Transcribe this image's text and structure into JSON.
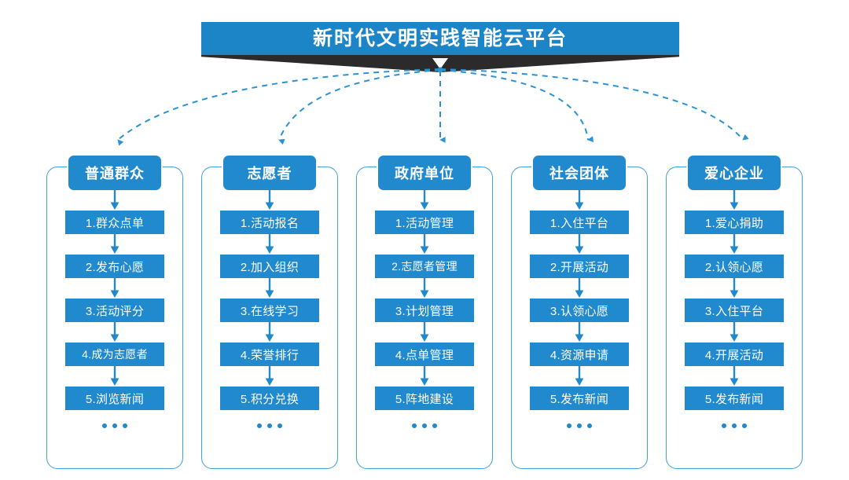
{
  "header": {
    "title": "新时代文明实践智能云平台"
  },
  "colors": {
    "banner_blue": "#1b85c7",
    "box_blue": "#2189cd",
    "card_border": "#3fa0da",
    "ribbon_dark": "#2b2b2b",
    "connector_blue": "#2b93d4",
    "text_white": "#ffffff"
  },
  "ellipsis": "• • •",
  "columns": [
    {
      "label": "普通群众",
      "items": [
        "1.群众点单",
        "2.发布心愿",
        "3.活动评分",
        "4.成为志愿者",
        "5.浏览新闻"
      ]
    },
    {
      "label": "志愿者",
      "items": [
        "1.活动报名",
        "2.加入组织",
        "3.在线学习",
        "4.荣誉排行",
        "5.积分兑换"
      ]
    },
    {
      "label": "政府单位",
      "items": [
        "1.活动管理",
        "2.志愿者管理",
        "3.计划管理",
        "4.点单管理",
        "5.阵地建设"
      ]
    },
    {
      "label": "社会团体",
      "items": [
        "1.入住平台",
        "2.开展活动",
        "3.认领心愿",
        "4.资源申请",
        "5.发布新闻"
      ]
    },
    {
      "label": "爱心企业",
      "items": [
        "1.爱心捐助",
        "2.认领心愿",
        "3.入住平台",
        "4.开展活动",
        "5.发布新闻"
      ]
    }
  ]
}
